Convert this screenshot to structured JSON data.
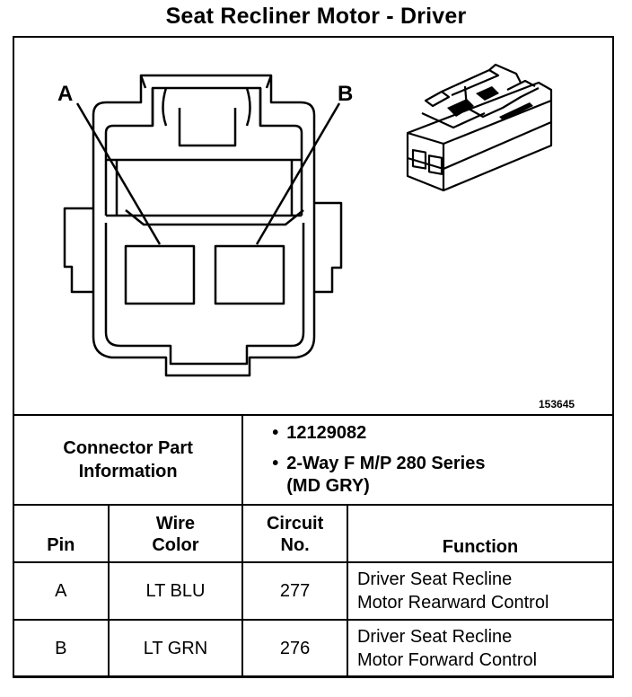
{
  "title": "Seat Recliner Motor - Driver",
  "diagram": {
    "pin_a_label": "A",
    "pin_b_label": "B",
    "figure_id": "153645"
  },
  "connector_info": {
    "label_line1": "Connector Part",
    "label_line2": "Information",
    "part_number": "12129082",
    "description_line1": "2-Way F M/P 280 Series",
    "description_line2": "(MD GRY)"
  },
  "table": {
    "headers": {
      "pin": "Pin",
      "wire_color_1": "Wire",
      "wire_color_2": "Color",
      "circuit_1": "Circuit",
      "circuit_2": "No.",
      "function": "Function"
    },
    "rows": [
      {
        "pin": "A",
        "wire_color": "LT BLU",
        "circuit": "277",
        "function_1": "Driver Seat Recline",
        "function_2": "Motor Rearward Control"
      },
      {
        "pin": "B",
        "wire_color": "LT GRN",
        "circuit": "276",
        "function_1": "Driver Seat Recline",
        "function_2": "Motor Forward Control"
      }
    ]
  }
}
